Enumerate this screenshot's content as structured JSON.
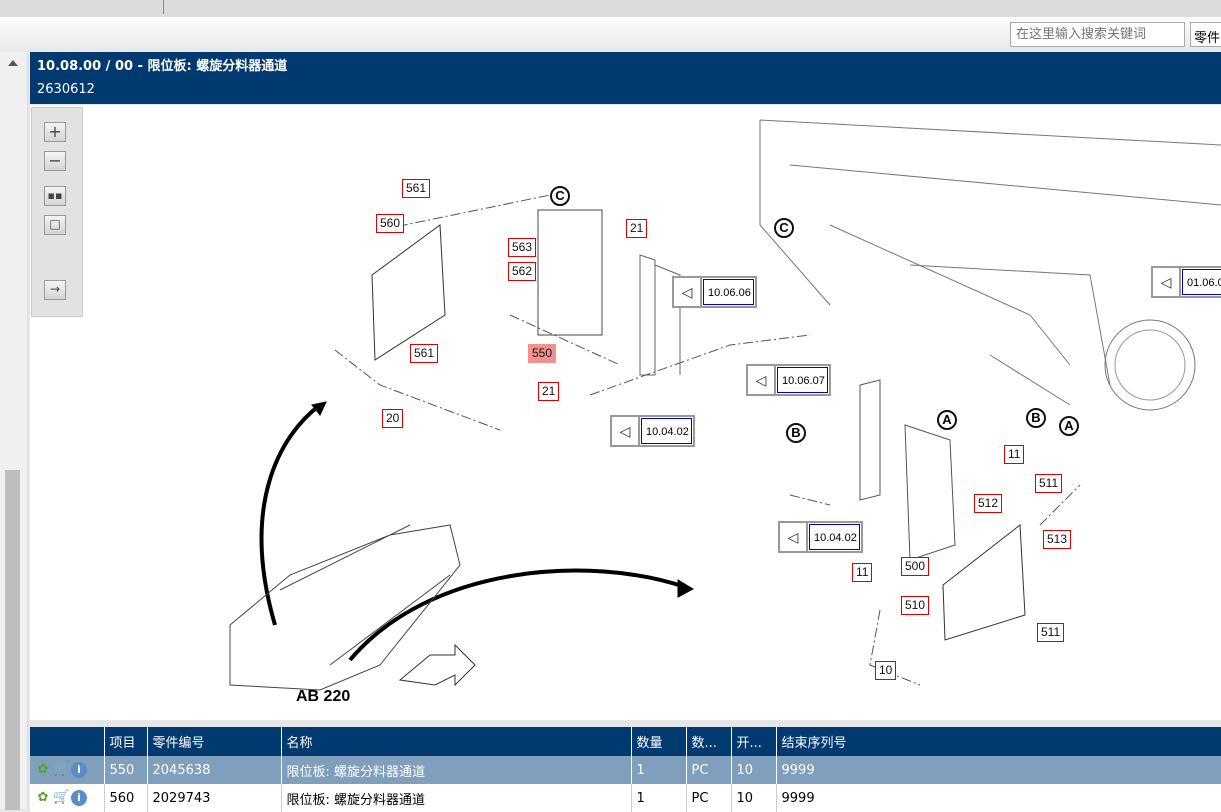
{
  "search": {
    "placeholder": "在这里输入搜索关键词",
    "button_label": "零件"
  },
  "header": {
    "title": "10.08.00 / 00 - 限位板: 螺旋分料器通道",
    "id": "2630612"
  },
  "zoom_toolbar": [
    "zoom-in-icon",
    "zoom-out-icon",
    "fit-all-icon",
    "actual-size-icon",
    "toggle-panel-icon"
  ],
  "drawing": {
    "model_label": "AB 220",
    "callouts": [
      "561",
      "560",
      "563",
      "562",
      "561",
      "550",
      "21",
      "21",
      "20",
      "11",
      "511",
      "512",
      "513",
      "11",
      "500",
      "510",
      "511",
      "10"
    ],
    "references": [
      "10.06.06",
      "10.04.02",
      "10.06.07",
      "10.04.02",
      "01.06.0"
    ],
    "letters": [
      "C",
      "C",
      "A",
      "B",
      "B",
      "A"
    ]
  },
  "table": {
    "columns": [
      "",
      "项目",
      "零件编号",
      "名称",
      "数量",
      "数...",
      "开...",
      "结束序列号"
    ],
    "rows": [
      {
        "item": "550",
        "part_no": "2045638",
        "name": "限位板: 螺旋分料器通道",
        "qty": "1",
        "unit": "PC",
        "start": "10",
        "end_serial": "9999",
        "selected": true
      },
      {
        "item": "560",
        "part_no": "2029743",
        "name": "限位板: 螺旋分料器通道",
        "qty": "1",
        "unit": "PC",
        "start": "10",
        "end_serial": "9999",
        "selected": false
      }
    ]
  }
}
